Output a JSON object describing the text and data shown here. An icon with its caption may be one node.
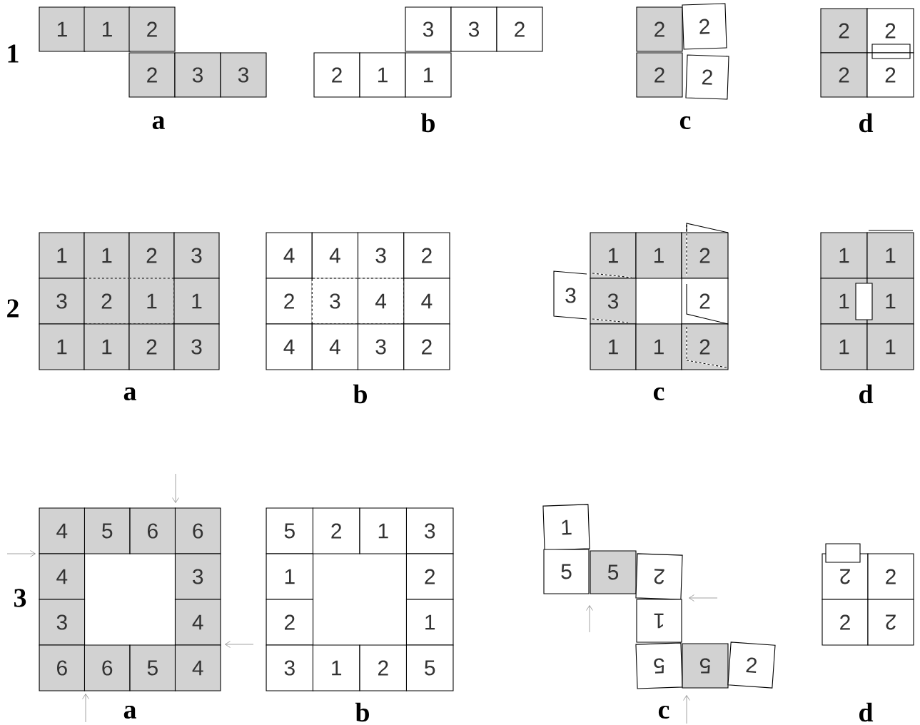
{
  "diagram": {
    "nodes": [
      {
        "text": [
          "1"
        ]
      },
      {
        "text": [
          "1"
        ]
      },
      {
        "text": [
          "2"
        ]
      },
      {
        "text": [
          "2"
        ]
      },
      {
        "text": [
          "3"
        ]
      },
      {
        "text": [
          "3"
        ]
      },
      {
        "text": [
          "3"
        ]
      },
      {
        "text": [
          "3"
        ]
      },
      {
        "text": [
          "2"
        ]
      },
      {
        "text": [
          "2"
        ]
      },
      {
        "text": [
          "1"
        ]
      },
      {
        "text": [
          "1"
        ]
      },
      {
        "text": [
          "2"
        ]
      },
      {
        "text": [
          "2"
        ]
      },
      {
        "text": [
          "2"
        ]
      },
      {
        "text": [
          "2"
        ]
      },
      {
        "text": [
          "2"
        ]
      },
      {
        "text": [
          "2"
        ]
      },
      {
        "text": [
          "2"
        ]
      },
      {
        "text": [
          "2"
        ]
      },
      {
        "text": [
          "1"
        ]
      },
      {
        "text": [
          "1"
        ]
      },
      {
        "text": [
          "2"
        ]
      },
      {
        "text": [
          "3"
        ]
      },
      {
        "text": [
          "3"
        ]
      },
      {
        "text": [
          "2"
        ]
      },
      {
        "text": [
          "1"
        ]
      },
      {
        "text": [
          "1"
        ]
      },
      {
        "text": [
          "1"
        ]
      },
      {
        "text": [
          "1"
        ]
      },
      {
        "text": [
          "2"
        ]
      },
      {
        "text": [
          "3"
        ]
      },
      {
        "text": [
          "4"
        ]
      },
      {
        "text": [
          "4"
        ]
      },
      {
        "text": [
          "3"
        ]
      },
      {
        "text": [
          "2"
        ]
      },
      {
        "text": [
          "2"
        ]
      },
      {
        "text": [
          "3"
        ]
      },
      {
        "text": [
          "4"
        ]
      },
      {
        "text": [
          "4"
        ]
      },
      {
        "text": [
          "4"
        ]
      },
      {
        "text": [
          "4"
        ]
      },
      {
        "text": [
          "3"
        ]
      },
      {
        "text": [
          "2"
        ]
      },
      {
        "text": [
          "1"
        ]
      },
      {
        "text": [
          "1"
        ]
      },
      {
        "text": [
          "2"
        ]
      },
      {
        "text": [
          "3"
        ]
      },
      {
        "text": [
          "3"
        ]
      },
      {
        "text": [
          "2"
        ]
      },
      {
        "text": [
          "1"
        ]
      },
      {
        "text": [
          "1"
        ]
      },
      {
        "text": [
          "2"
        ]
      },
      {
        "text": [
          "1"
        ]
      },
      {
        "text": [
          "1"
        ]
      },
      {
        "text": [
          "1"
        ]
      },
      {
        "text": [
          "1"
        ]
      },
      {
        "text": [
          "1"
        ]
      },
      {
        "text": [
          "1"
        ]
      },
      {
        "text": [
          "4"
        ]
      },
      {
        "text": [
          "5"
        ]
      },
      {
        "text": [
          "6"
        ]
      },
      {
        "text": [
          "6"
        ]
      },
      {
        "text": [
          "4"
        ]
      },
      {
        "text": [
          "3"
        ]
      },
      {
        "text": [
          "3"
        ]
      },
      {
        "text": [
          "4"
        ]
      },
      {
        "text": [
          "6"
        ]
      },
      {
        "text": [
          "6"
        ]
      },
      {
        "text": [
          "5"
        ]
      },
      {
        "text": [
          "4"
        ]
      },
      {
        "text": [
          "5"
        ]
      },
      {
        "text": [
          "2"
        ]
      },
      {
        "text": [
          "1"
        ]
      },
      {
        "text": [
          "3"
        ]
      },
      {
        "text": [
          "1"
        ]
      },
      {
        "text": [
          "2"
        ]
      },
      {
        "text": [
          "2"
        ]
      },
      {
        "text": [
          "1"
        ]
      },
      {
        "text": [
          "3"
        ]
      },
      {
        "text": [
          "1"
        ]
      },
      {
        "text": [
          "2"
        ]
      },
      {
        "text": [
          "5"
        ]
      },
      {
        "text": [
          "1"
        ]
      },
      {
        "text": [
          "5"
        ]
      },
      {
        "text": [
          "5"
        ]
      },
      {
        "text": [
          "2"
        ]
      },
      {
        "text": [
          "1"
        ]
      },
      {
        "text": [
          "5"
        ]
      },
      {
        "text": [
          "5"
        ]
      },
      {
        "text": [
          "2"
        ]
      },
      {
        "text": [
          "2"
        ]
      },
      {
        "text": [
          "2"
        ]
      },
      {
        "text": [
          "2"
        ]
      },
      {
        "text": [
          "2"
        ]
      }
    ],
    "labels": [
      "1",
      "a",
      "b",
      "c",
      "d",
      "2",
      "a",
      "b",
      "c",
      "d",
      "3",
      "a",
      "b",
      "c",
      "d"
    ]
  }
}
